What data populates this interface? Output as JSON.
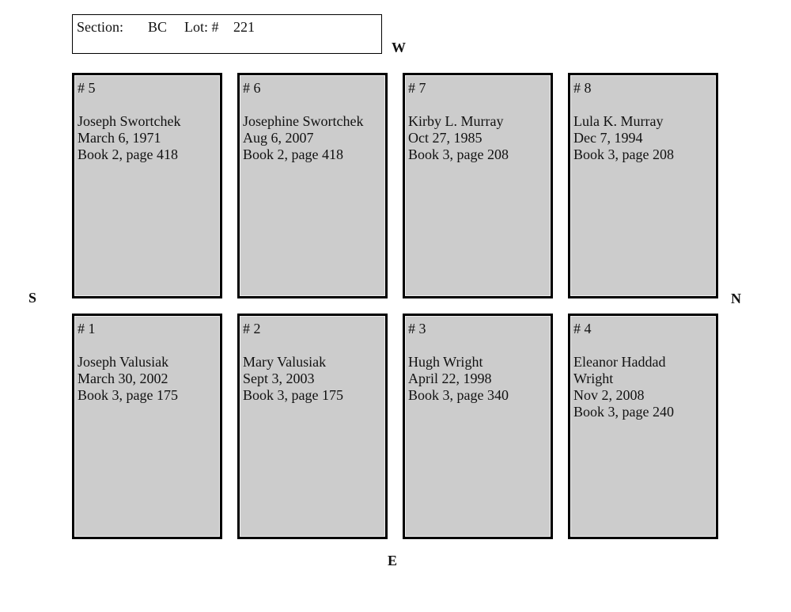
{
  "header": {
    "section_label": "Section:",
    "section_value": "BC",
    "lot_label": "Lot: #",
    "lot_value": "221"
  },
  "compass": {
    "west": "W",
    "east": "E",
    "south": "S",
    "north": "N"
  },
  "plots": {
    "p5": {
      "number": "# 5",
      "name": "Joseph Swortchek",
      "date": "March 6, 1971",
      "record": "Book 2, page 418"
    },
    "p6": {
      "number": "# 6",
      "name": "Josephine Swortchek",
      "date": "Aug 6, 2007",
      "record": "Book 2, page 418"
    },
    "p7": {
      "number": "# 7",
      "name": "Kirby L. Murray",
      "date": "Oct 27, 1985",
      "record": "Book 3, page 208"
    },
    "p8": {
      "number": "# 8",
      "name": "Lula K. Murray",
      "date": "Dec 7, 1994",
      "record": "Book 3, page 208"
    },
    "p1": {
      "number": "# 1",
      "name": "Joseph Valusiak",
      "date": "March 30, 2002",
      "record": "Book 3, page 175"
    },
    "p2": {
      "number": "# 2",
      "name": "Mary Valusiak",
      "date": "Sept 3, 2003",
      "record": "Book 3, page 175"
    },
    "p3": {
      "number": "# 3",
      "name": "Hugh Wright",
      "date": "April 22, 1998",
      "record": "Book 3, page 340"
    },
    "p4": {
      "number": "# 4",
      "name_line1": "Eleanor Haddad",
      "name_line2": "Wright",
      "date": "Nov 2, 2008",
      "record": "Book 3, page 240"
    }
  },
  "colors": {
    "plot_fill": "#cccccc",
    "plot_border": "#000000",
    "background": "#ffffff"
  }
}
